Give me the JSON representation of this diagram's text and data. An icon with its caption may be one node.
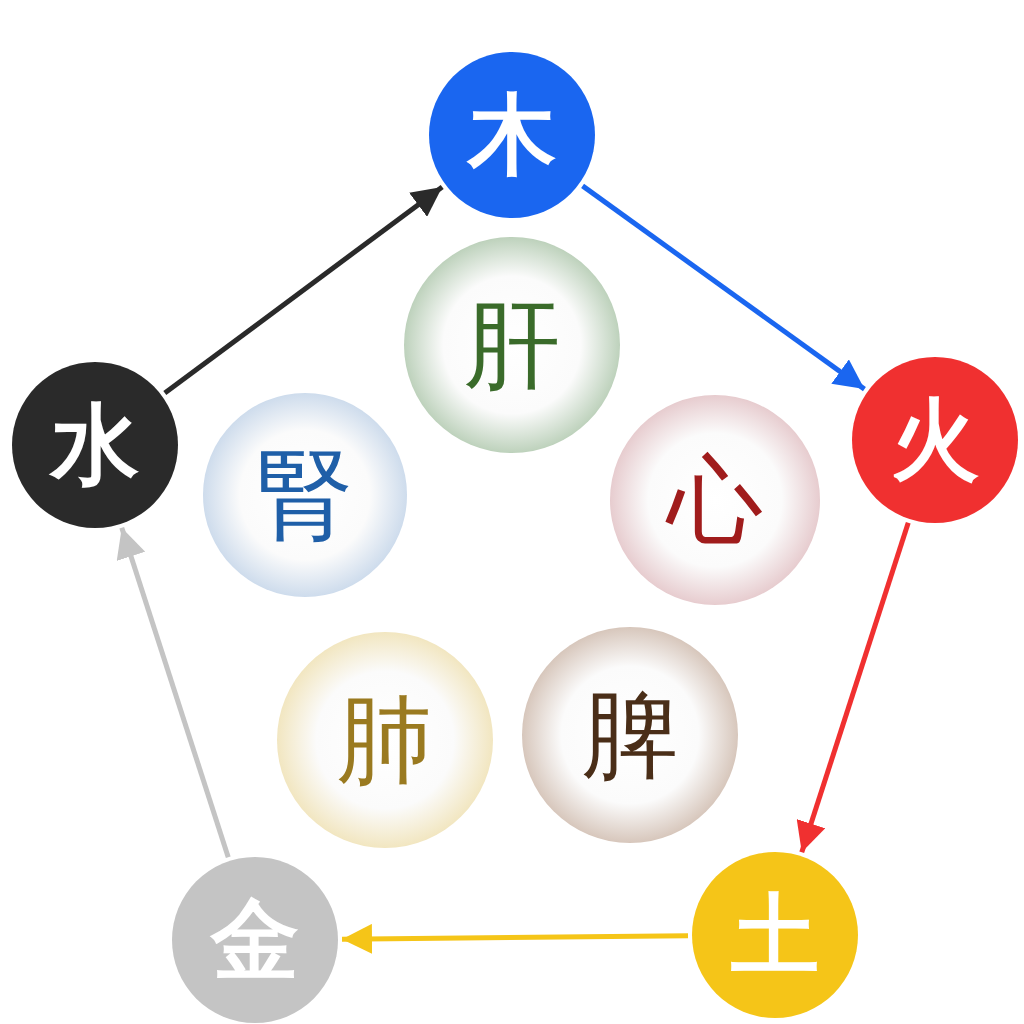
{
  "diagram": {
    "nodes": [
      {
        "text": [
          "木"
        ]
      },
      {
        "text": [
          "火"
        ]
      },
      {
        "text": [
          "土"
        ]
      },
      {
        "text": [
          "金"
        ]
      },
      {
        "text": [
          "水"
        ]
      },
      {
        "text": [
          "肝"
        ]
      },
      {
        "text": [
          "心"
        ]
      },
      {
        "text": [
          "脾"
        ]
      },
      {
        "text": [
          "肺"
        ]
      },
      {
        "text": [
          "腎"
        ]
      }
    ],
    "edges": [
      {
        "from": 0,
        "to": 1,
        "arrow": "to",
        "color": "#1a66f0"
      },
      {
        "from": 1,
        "to": 2,
        "arrow": "to",
        "color": "#f03030"
      },
      {
        "from": 2,
        "to": 3,
        "arrow": "to",
        "color": "#f5c518"
      },
      {
        "from": 3,
        "to": 4,
        "arrow": "to",
        "color": "#c4c4c4"
      },
      {
        "from": 4,
        "to": 0,
        "arrow": "to",
        "color": "#2a2a2a"
      }
    ]
  }
}
